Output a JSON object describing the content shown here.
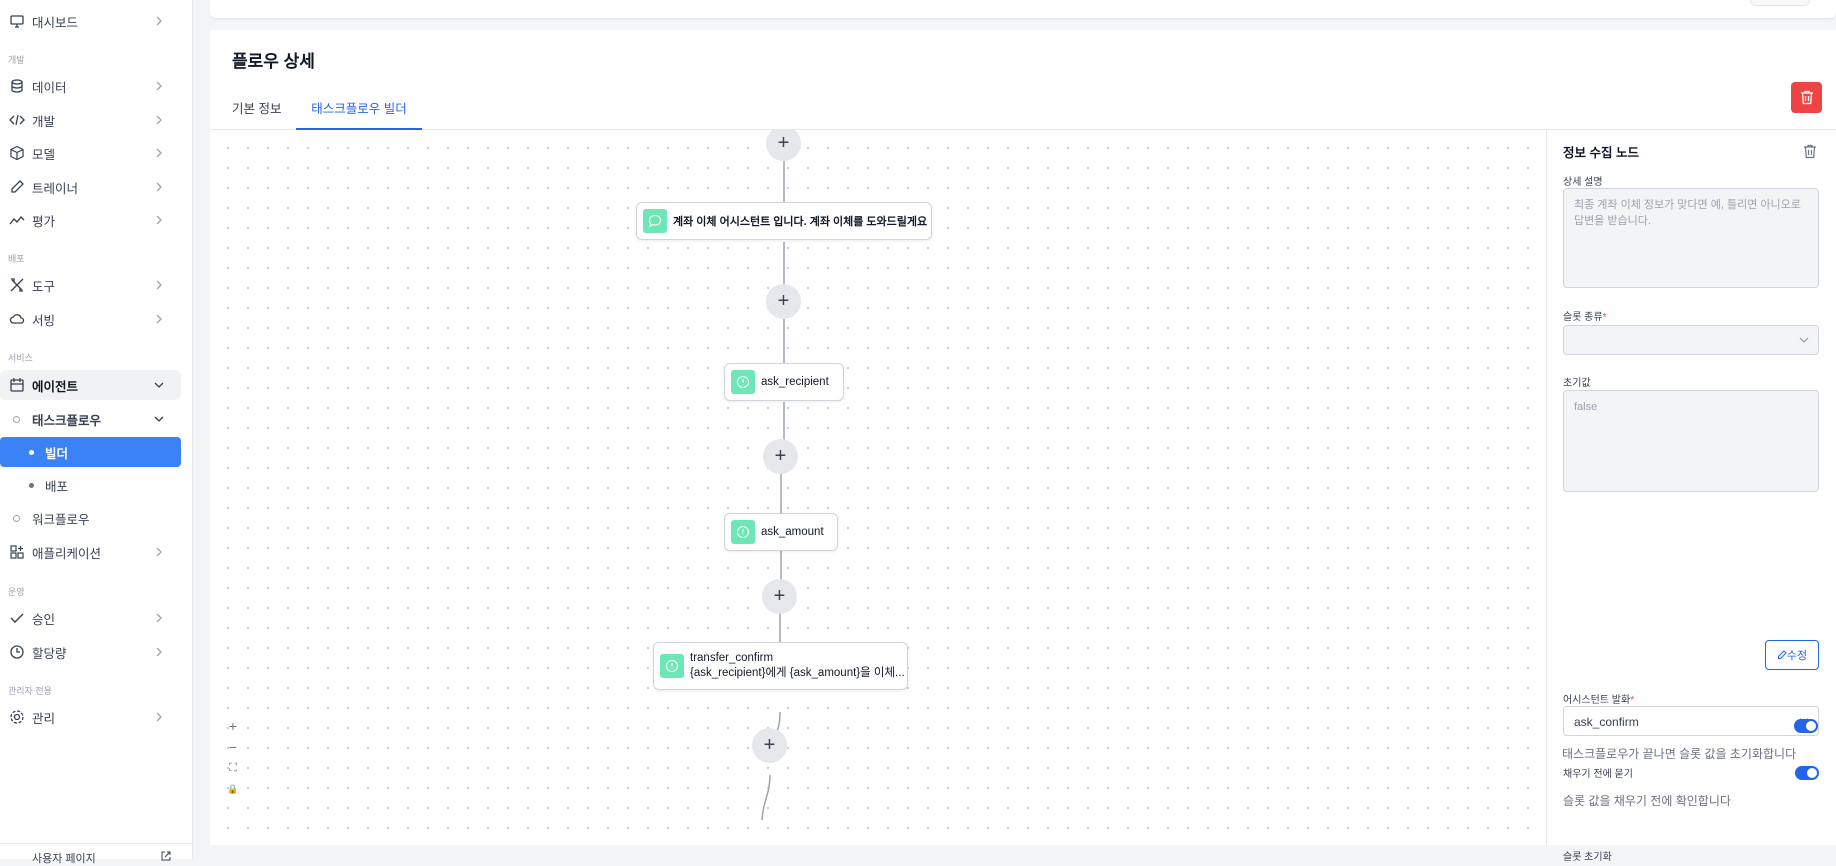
{
  "sidebar": {
    "items": [
      {
        "label": "대시보드",
        "icon": "monitor-icon"
      },
      {
        "section": "개발"
      },
      {
        "label": "데이터",
        "icon": "database-icon"
      },
      {
        "label": "개발",
        "icon": "code-icon"
      },
      {
        "label": "모델",
        "icon": "cube-icon"
      },
      {
        "label": "트레이너",
        "icon": "pencil-icon"
      },
      {
        "label": "평가",
        "icon": "chart-line-icon"
      },
      {
        "section": "배포"
      },
      {
        "label": "도구",
        "icon": "tools-icon"
      },
      {
        "label": "서빙",
        "icon": "cloud-icon"
      },
      {
        "section": "서비스"
      },
      {
        "label": "에이전트",
        "icon": "calendar-icon"
      },
      {
        "label": "태스크플로우"
      },
      {
        "label": "빌더"
      },
      {
        "label": "배포"
      },
      {
        "label": "워크플로우"
      },
      {
        "label": "애플리케이션",
        "icon": "apps-icon"
      },
      {
        "section": "운영"
      },
      {
        "label": "승인",
        "icon": "check-icon"
      },
      {
        "label": "할당량",
        "icon": "clock-icon"
      },
      {
        "section": "관리자 전용"
      },
      {
        "label": "관리",
        "icon": "gear-icon"
      }
    ],
    "bottom_link": "사용자 페이지"
  },
  "page": {
    "title": "플로우 상세",
    "tabs": [
      "기본 정보",
      "태스크플로우 빌더"
    ],
    "active_tab": "태스크플로우 빌더"
  },
  "flow": {
    "nodes": [
      {
        "text": "계좌 이체 어시스턴트 입니다. 계좌 이체를 도와드릴게요",
        "type": "message"
      },
      {
        "text": "ask_recipient",
        "type": "collect"
      },
      {
        "text": "ask_amount",
        "type": "collect"
      },
      {
        "text": "transfer_confirm",
        "subtext": "{ask_recipient}에게 {ask_amount}을 이체...",
        "type": "collect"
      }
    ],
    "plus_symbol": "+",
    "zoom_controls": [
      "+",
      "−",
      "⛶",
      "🔒"
    ]
  },
  "panel": {
    "title": "정보 수집 노드",
    "description_label": "상세 설명",
    "description_value": "최종 계좌 이체 정보가 맞다면 예, 틀리면 아니오로 답변을 받습니다.",
    "slot_type_label": "슬롯 종류",
    "slot_type_value": "",
    "initial_label": "초기값",
    "initial_value": "false",
    "edit_button": "수정",
    "assistant_utter_label": "어시스턴트 발화",
    "assistant_utter_value": "ask_confirm",
    "ask_before_fill_label": "채우기 전에 묻기",
    "ask_before_fill_desc": "슬롯 값을 채우기 전에 확인합니다",
    "ask_before_fill_on": true,
    "reset_slot_label": "슬롯 초기화",
    "reset_slot_desc": "태스크플로우가 끝나면 슬롯 값을 초기화합니다",
    "reset_slot_on": true,
    "required_mark": "*"
  },
  "colors": {
    "accent": "#2563eb",
    "selected_nav": "#3b82f6",
    "danger": "#ef4444",
    "node_icon": "#6ee7b7"
  }
}
